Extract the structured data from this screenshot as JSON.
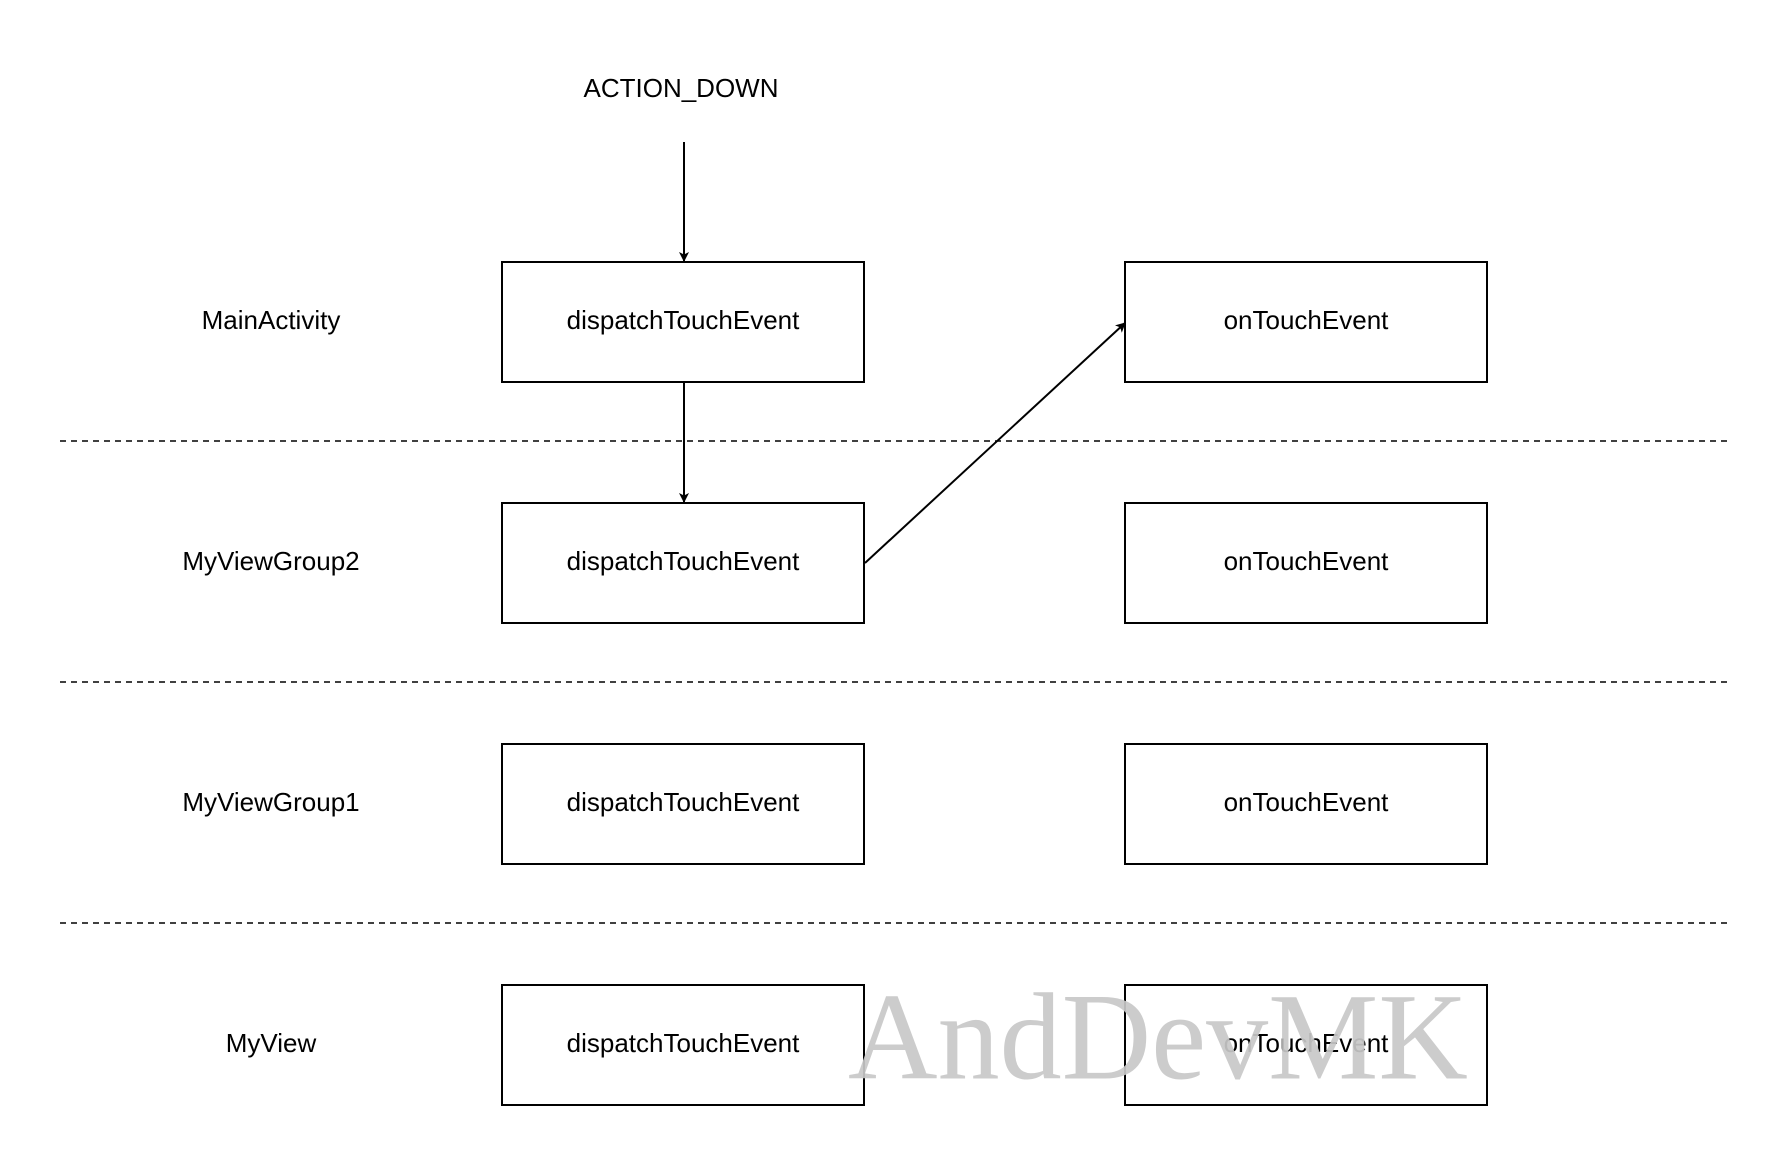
{
  "event": {
    "label": "ACTION_DOWN"
  },
  "layers": [
    {
      "name": "MainActivity",
      "dispatch": "dispatchTouchEvent",
      "ontouch": "onTouchEvent"
    },
    {
      "name": "MyViewGroup2",
      "dispatch": "dispatchTouchEvent",
      "ontouch": "onTouchEvent"
    },
    {
      "name": "MyViewGroup1",
      "dispatch": "dispatchTouchEvent",
      "ontouch": "onTouchEvent"
    },
    {
      "name": "MyView",
      "dispatch": "dispatchTouchEvent",
      "ontouch": "onTouchEvent"
    }
  ],
  "watermark": {
    "text": "AndDevMK"
  }
}
